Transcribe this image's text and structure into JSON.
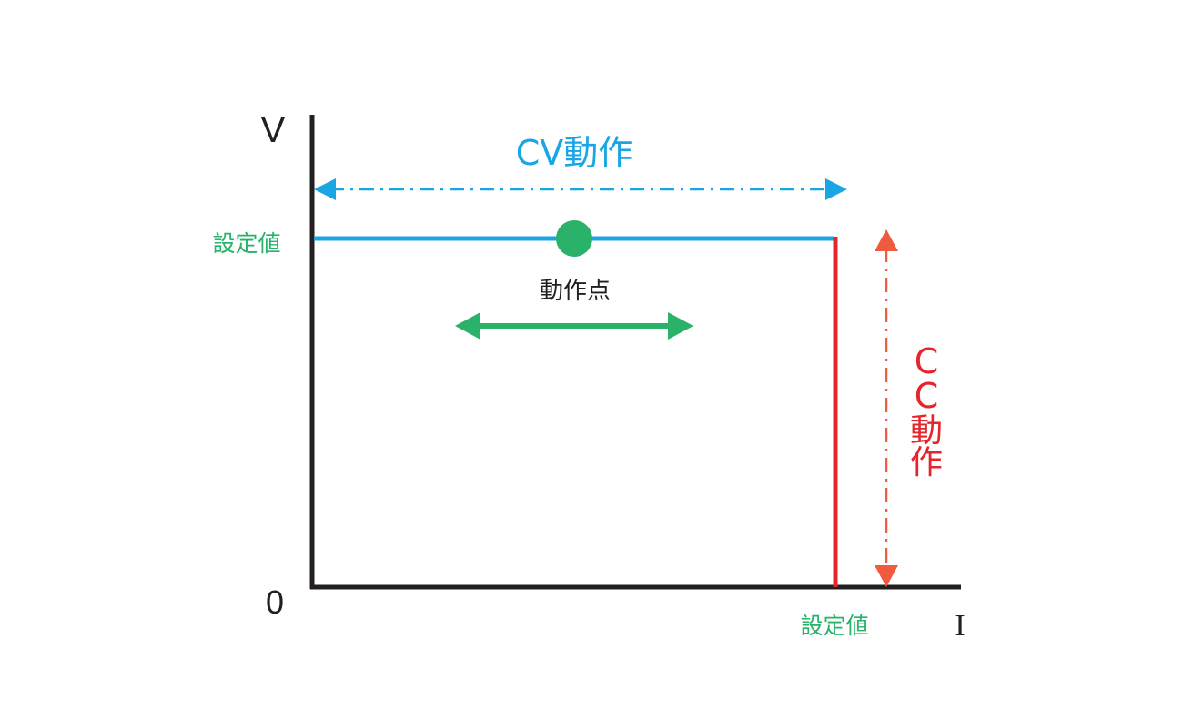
{
  "axes": {
    "y_label": "V",
    "x_label": "I",
    "origin_label": "0",
    "y_setpoint_label": "設定値",
    "x_setpoint_label": "設定値"
  },
  "cv": {
    "label": "CV動作"
  },
  "cc": {
    "label_chars": [
      "C",
      "C",
      "動",
      "作"
    ]
  },
  "operating_point": {
    "label": "動作点"
  },
  "colors": {
    "axis": "#231f20",
    "cv_line": "#1aa6e4",
    "cc_line": "#e5242b",
    "cc_arrow": "#ef5a40",
    "green": "#2ab26b",
    "cv_text": "#1aa6e4",
    "cc_text": "#e5242b"
  }
}
